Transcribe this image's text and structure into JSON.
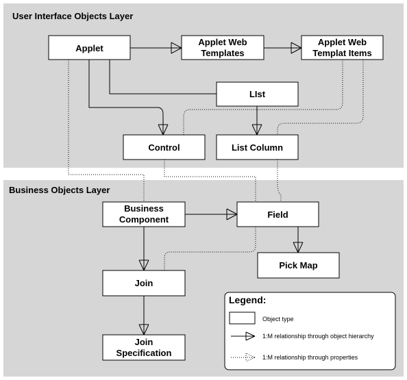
{
  "layers": {
    "ui_title": "User Interface Objects Layer",
    "business_title": "Business Objects Layer"
  },
  "objects": {
    "applet": "Applet",
    "applet_web_templates": [
      "Applet Web",
      "Templates"
    ],
    "applet_web_templat_items": [
      "Applet Web",
      "Templat Items"
    ],
    "list": "LIst",
    "control": "Control",
    "list_column": "List Column",
    "business_component": [
      "Business",
      "Component"
    ],
    "field": "Field",
    "pick_map": "Pick Map",
    "join": "Join",
    "join_specification": [
      "Join",
      "Specification"
    ]
  },
  "legend": {
    "title": "Legend:",
    "object_type": "Object type",
    "hierarchy": "1:M relationship through object hierarchy",
    "properties": "1:M relationship through properties"
  },
  "colors": {
    "layer_background": "#d6d6d6",
    "box_fill": "#ffffff",
    "line": "#000000"
  }
}
